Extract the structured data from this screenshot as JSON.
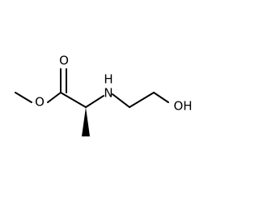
{
  "molecule": {
    "atoms": {
      "carbonyl_oxygen": "O",
      "ester_oxygen": "O",
      "amine": "H\nN",
      "amine_h": "H",
      "amine_n": "N",
      "hydroxyl": "OH"
    },
    "colors": {
      "bond": "#000000",
      "label": "#000000",
      "background": "#ffffff"
    }
  }
}
